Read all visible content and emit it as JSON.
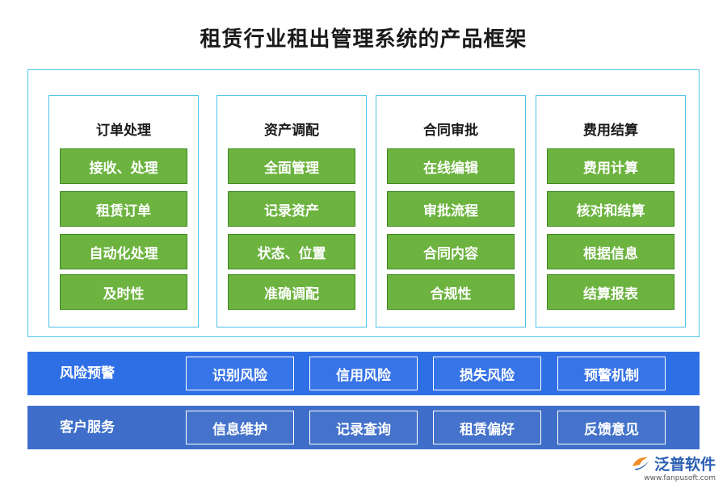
{
  "title": "租赁行业租出管理系统的产品框架",
  "modules": [
    {
      "title": "订单处理",
      "items": [
        "接收、处理",
        "租赁订单",
        "自动化处理",
        "及时性"
      ]
    },
    {
      "title": "资产调配",
      "items": [
        "全面管理",
        "记录资产",
        "状态、位置",
        "准确调配"
      ]
    },
    {
      "title": "合同审批",
      "items": [
        "在线编辑",
        "审批流程",
        "合同内容",
        "合规性"
      ]
    },
    {
      "title": "费用结算",
      "items": [
        "费用计算",
        "核对和结算",
        "根据信息",
        "结算报表"
      ]
    }
  ],
  "risk": {
    "label": "风险预警",
    "items": [
      "识别风险",
      "信用风险",
      "损失风险",
      "预警机制"
    ]
  },
  "customer": {
    "label": "客户服务",
    "items": [
      "信息维护",
      "记录查询",
      "租赁偏好",
      "反馈意见"
    ]
  },
  "logo": {
    "name": "泛普软件",
    "url": "www.fanpusoft.com",
    "icon": "fanpu-logo-icon"
  },
  "colors": {
    "green": "#6cb33f",
    "risk_band": "#2f6fe6",
    "customer_band": "#3e6ec9",
    "border": "#4fc3e8"
  }
}
